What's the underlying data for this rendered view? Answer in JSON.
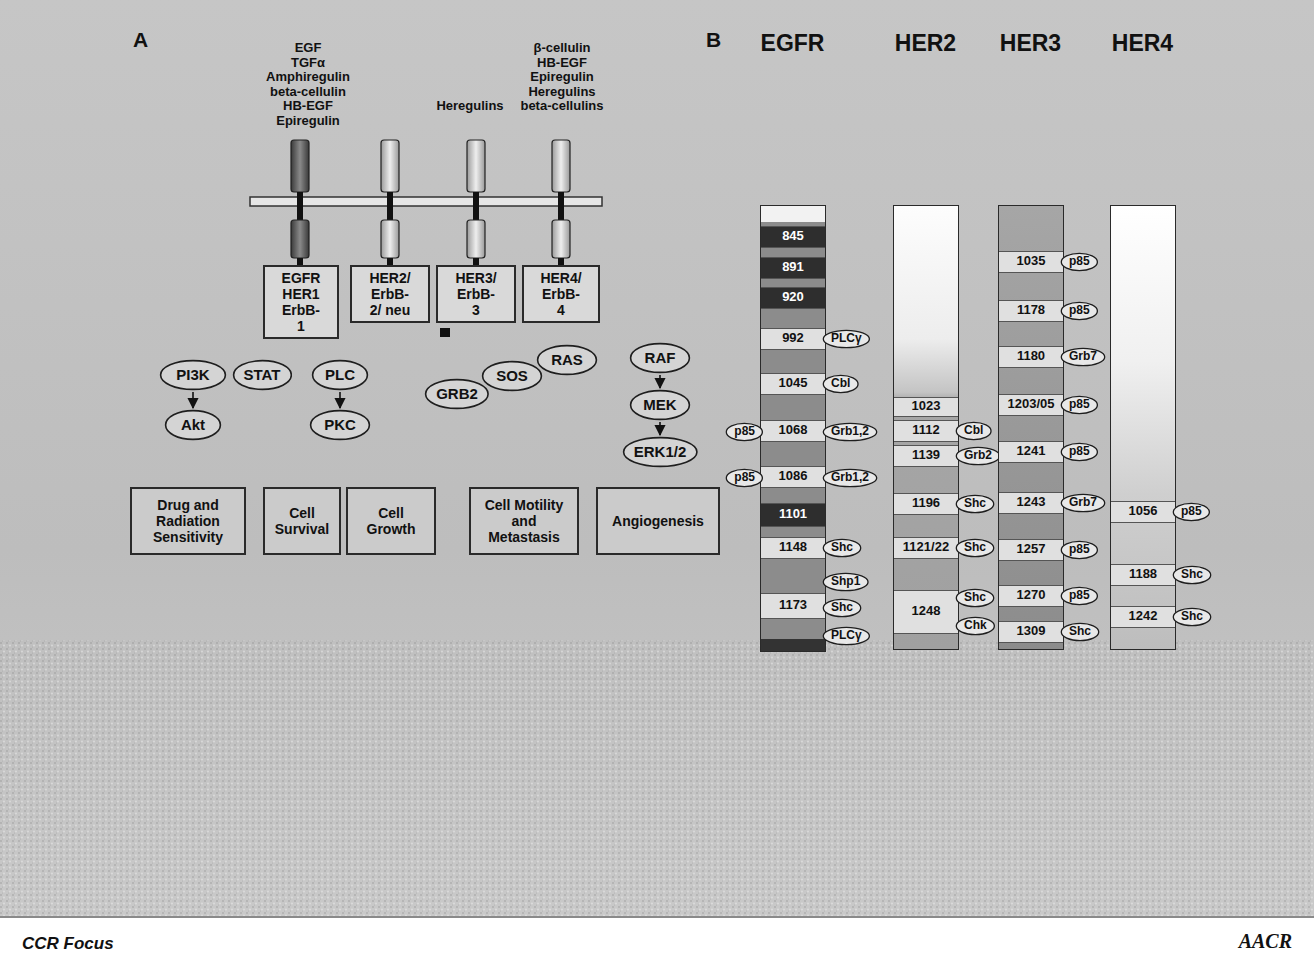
{
  "diagram": {
    "nodes": [
      {
        "text": [
          "EGFR HER1 ErbB-1"
        ]
      },
      {
        "text": [
          "HER2/ ErbB-2/ neu"
        ]
      },
      {
        "text": [
          "HER3/ ErbB-3"
        ]
      },
      {
        "text": [
          "HER4/ ErbB-4"
        ]
      },
      {
        "text": [
          "PI3K"
        ]
      },
      {
        "text": [
          "STAT"
        ]
      },
      {
        "text": [
          "PLC"
        ]
      },
      {
        "text": [
          "Akt"
        ]
      },
      {
        "text": [
          "PKC"
        ]
      },
      {
        "text": [
          "GRB2"
        ]
      },
      {
        "text": [
          "SOS"
        ]
      },
      {
        "text": [
          "RAS"
        ]
      },
      {
        "text": [
          "RAF"
        ]
      },
      {
        "text": [
          "MEK"
        ]
      },
      {
        "text": [
          "ERK1/2"
        ]
      },
      {
        "text": [
          "Drug and Radiation Sensitivity"
        ]
      },
      {
        "text": [
          "Cell Survival"
        ]
      },
      {
        "text": [
          "Cell Growth"
        ]
      },
      {
        "text": [
          "Cell Motility and Metastasis"
        ]
      },
      {
        "text": [
          "Angiogenesis"
        ]
      },
      {
        "text": [
          "EGFR"
        ]
      },
      {
        "text": [
          "845"
        ],
        "in": 20
      },
      {
        "text": [
          "891"
        ],
        "in": 20
      },
      {
        "text": [
          "920"
        ],
        "in": 20
      },
      {
        "text": [
          "992"
        ],
        "in": 20
      },
      {
        "text": [
          "PLCγ"
        ]
      },
      {
        "text": [
          "1045"
        ],
        "in": 20
      },
      {
        "text": [
          "Cbl"
        ]
      },
      {
        "text": [
          "p85"
        ]
      },
      {
        "text": [
          "1068"
        ],
        "in": 20
      },
      {
        "text": [
          "Grb1,2"
        ]
      },
      {
        "text": [
          "p85"
        ]
      },
      {
        "text": [
          "1086"
        ],
        "in": 20
      },
      {
        "text": [
          "Grb1,2"
        ]
      },
      {
        "text": [
          "1101"
        ],
        "in": 20
      },
      {
        "text": [
          "1148"
        ],
        "in": 20
      },
      {
        "text": [
          "Shc"
        ]
      },
      {
        "text": [
          "Shp1"
        ]
      },
      {
        "text": [
          "1173"
        ],
        "in": 20
      },
      {
        "text": [
          "Shc"
        ]
      },
      {
        "text": [
          "PLCγ"
        ]
      },
      {
        "text": [
          "HER2"
        ]
      },
      {
        "text": [
          "1023"
        ],
        "in": 41
      },
      {
        "text": [
          "1112"
        ],
        "in": 41
      },
      {
        "text": [
          "Cbl"
        ]
      },
      {
        "text": [
          "1139"
        ],
        "in": 41
      },
      {
        "text": [
          "Grb2"
        ]
      },
      {
        "text": [
          "1196"
        ],
        "in": 41
      },
      {
        "text": [
          "Shc"
        ]
      },
      {
        "text": [
          "1121/22"
        ],
        "in": 41
      },
      {
        "text": [
          "Shc"
        ]
      },
      {
        "text": [
          "1248"
        ],
        "in": 41
      },
      {
        "text": [
          "Shc"
        ]
      },
      {
        "text": [
          "Chk"
        ]
      },
      {
        "text": [
          "HER3"
        ]
      },
      {
        "text": [
          "1035"
        ],
        "in": 54
      },
      {
        "text": [
          "p85"
        ]
      },
      {
        "text": [
          "1178"
        ],
        "in": 54
      },
      {
        "text": [
          "p85"
        ]
      },
      {
        "text": [
          "1180"
        ],
        "in": 54
      },
      {
        "text": [
          "Grb7"
        ]
      },
      {
        "text": [
          "1203/05"
        ],
        "in": 54
      },
      {
        "text": [
          "p85"
        ]
      },
      {
        "text": [
          "1241"
        ],
        "in": 54
      },
      {
        "text": [
          "p85"
        ]
      },
      {
        "text": [
          "1243"
        ],
        "in": 54
      },
      {
        "text": [
          "Grb7"
        ]
      },
      {
        "text": [
          "1257"
        ],
        "in": 54
      },
      {
        "text": [
          "p85"
        ]
      },
      {
        "text": [
          "1270"
        ],
        "in": 54
      },
      {
        "text": [
          "p85"
        ]
      },
      {
        "text": [
          "1309"
        ],
        "in": 54
      },
      {
        "text": [
          "Shc"
        ]
      },
      {
        "text": [
          "HER4"
        ]
      },
      {
        "text": [
          "1056"
        ],
        "in": 73
      },
      {
        "text": [
          "p85"
        ]
      },
      {
        "text": [
          "1188"
        ],
        "in": 73
      },
      {
        "text": [
          "Shc"
        ]
      },
      {
        "text": [
          "1242"
        ],
        "in": 73
      },
      {
        "text": [
          "Shc"
        ]
      }
    ],
    "edges": [
      {
        "from": 4,
        "to": 7,
        "arrow": "to"
      },
      {
        "from": 6,
        "to": 8,
        "arrow": "to"
      },
      {
        "from": 12,
        "to": 13,
        "arrow": "to"
      },
      {
        "from": 13,
        "to": 14,
        "arrow": "to"
      }
    ],
    "labels": [
      "A",
      "EGF",
      "TGFα",
      "Amphiregulin",
      "beta-cellulin",
      "HB-EGF",
      "Epiregulin",
      "Heregulins",
      "β-cellulin",
      "HB-EGF",
      "Epiregulin",
      "Heregulins",
      "beta-cellulins",
      "B",
      "CCR Focus",
      "AACR"
    ]
  }
}
